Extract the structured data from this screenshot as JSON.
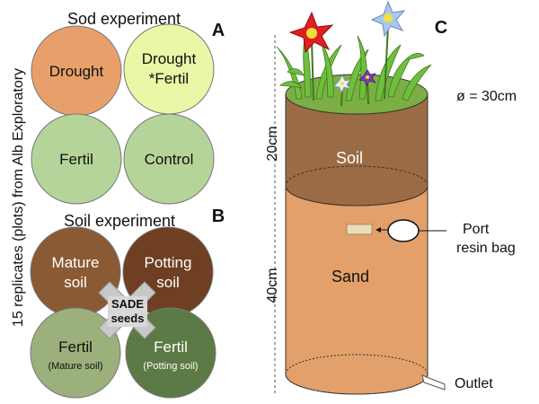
{
  "left_axis_label": "15 replicates (plots) from Alb Exploratory",
  "panel_a": {
    "letter": "A",
    "title": "Sod experiment",
    "plots": [
      {
        "label": "Drought",
        "color": "#e8a06a"
      },
      {
        "label": "Drought",
        "label2": "*Fertil",
        "color": "#e9f7a6"
      },
      {
        "label": "Fertil",
        "color": "#b5d49a"
      },
      {
        "label": "Control",
        "color": "#b5d49a"
      }
    ]
  },
  "panel_b": {
    "letter": "B",
    "title": "Soil experiment",
    "plots": [
      {
        "label": "Mature",
        "label2": "soil",
        "color": "#8a5a35"
      },
      {
        "label": "Potting",
        "label2": "soil",
        "color": "#6e3f22"
      },
      {
        "label": "Fertil",
        "sublabel": "(Mature soil)",
        "color": "#9cb07b"
      },
      {
        "label": "Fertil",
        "sublabel": "(Potting soil)",
        "color": "#5c7a45"
      }
    ],
    "seeds_label": "SADE",
    "seeds_label2": "seeds"
  },
  "panel_c": {
    "letter": "C",
    "diameter_label": "ø = 30cm",
    "soil_depth_label": "20cm",
    "sand_depth_label": "40cm",
    "soil_label": "Soil",
    "sand_label": "Sand",
    "port_label": "Port",
    "resin_label": "resin bag",
    "outlet_label": "Outlet",
    "colors": {
      "soil": "#9a6b45",
      "sand": "#e3a06a",
      "grass": "#6fbf3d",
      "flower_red": "#e02020",
      "flower_blue": "#a9c8f0",
      "flower_purple": "#7a3fb0"
    }
  }
}
